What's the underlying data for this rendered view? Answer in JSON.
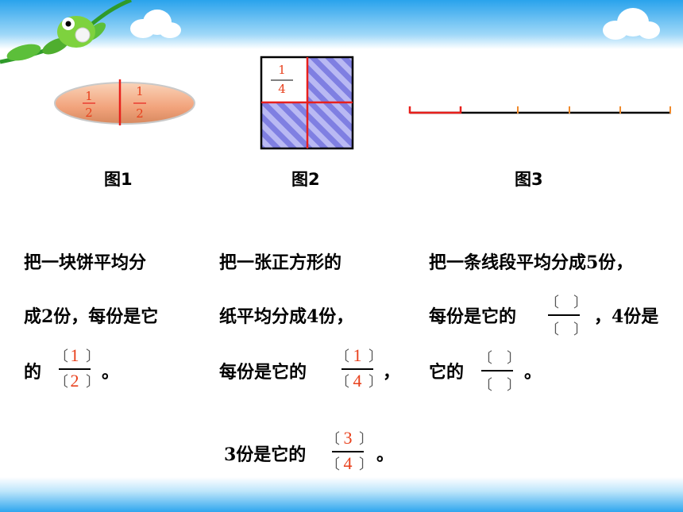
{
  "figures": {
    "fig1": {
      "caption": "图1",
      "left_num": "1",
      "left_den": "2",
      "right_num": "1",
      "right_den": "2"
    },
    "fig2": {
      "caption": "图2",
      "num": "1",
      "den": "4"
    },
    "fig3": {
      "caption": "图3"
    }
  },
  "col1": {
    "line1": "把一块饼平均分",
    "line2": "成2份，每份是它",
    "line3_pre": "的",
    "line3_post": "。",
    "answer": {
      "num": "1",
      "den": "2"
    }
  },
  "col2": {
    "line1": "把一张正方形的",
    "line2": "纸平均分成4份，",
    "line3_pre": "每份是它的",
    "line3_post": "，",
    "answer1": {
      "num": "1",
      "den": "4"
    },
    "line4_pre": "3份是它的",
    "line4_post": "。",
    "answer2": {
      "num": "3",
      "den": "4"
    }
  },
  "col3": {
    "line1": "把一条线段平均分成5份，",
    "line2_pre": "每份是它的",
    "line2_post": "，4份是",
    "line3_pre": "它的",
    "line3_post": "。",
    "answer1": {
      "num": "",
      "den": ""
    },
    "answer2": {
      "num": "",
      "den": ""
    }
  },
  "colors": {
    "accent": "#e8401c",
    "sky": "#2aa3ec",
    "hatch": "#8a8ae6",
    "plate": "#f2a37c"
  }
}
